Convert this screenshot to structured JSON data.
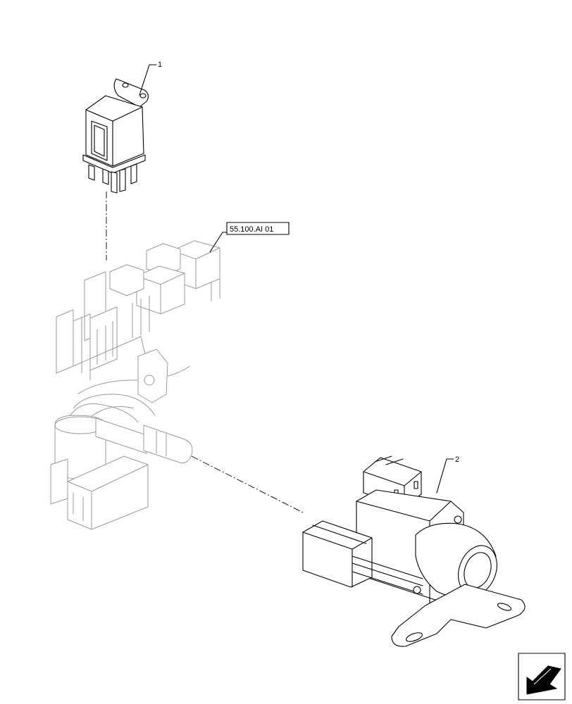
{
  "callouts": {
    "item1": "1",
    "item2": "2",
    "reference": "55.100.AI 01"
  },
  "icons": {
    "navigation": "arrow-icon"
  }
}
